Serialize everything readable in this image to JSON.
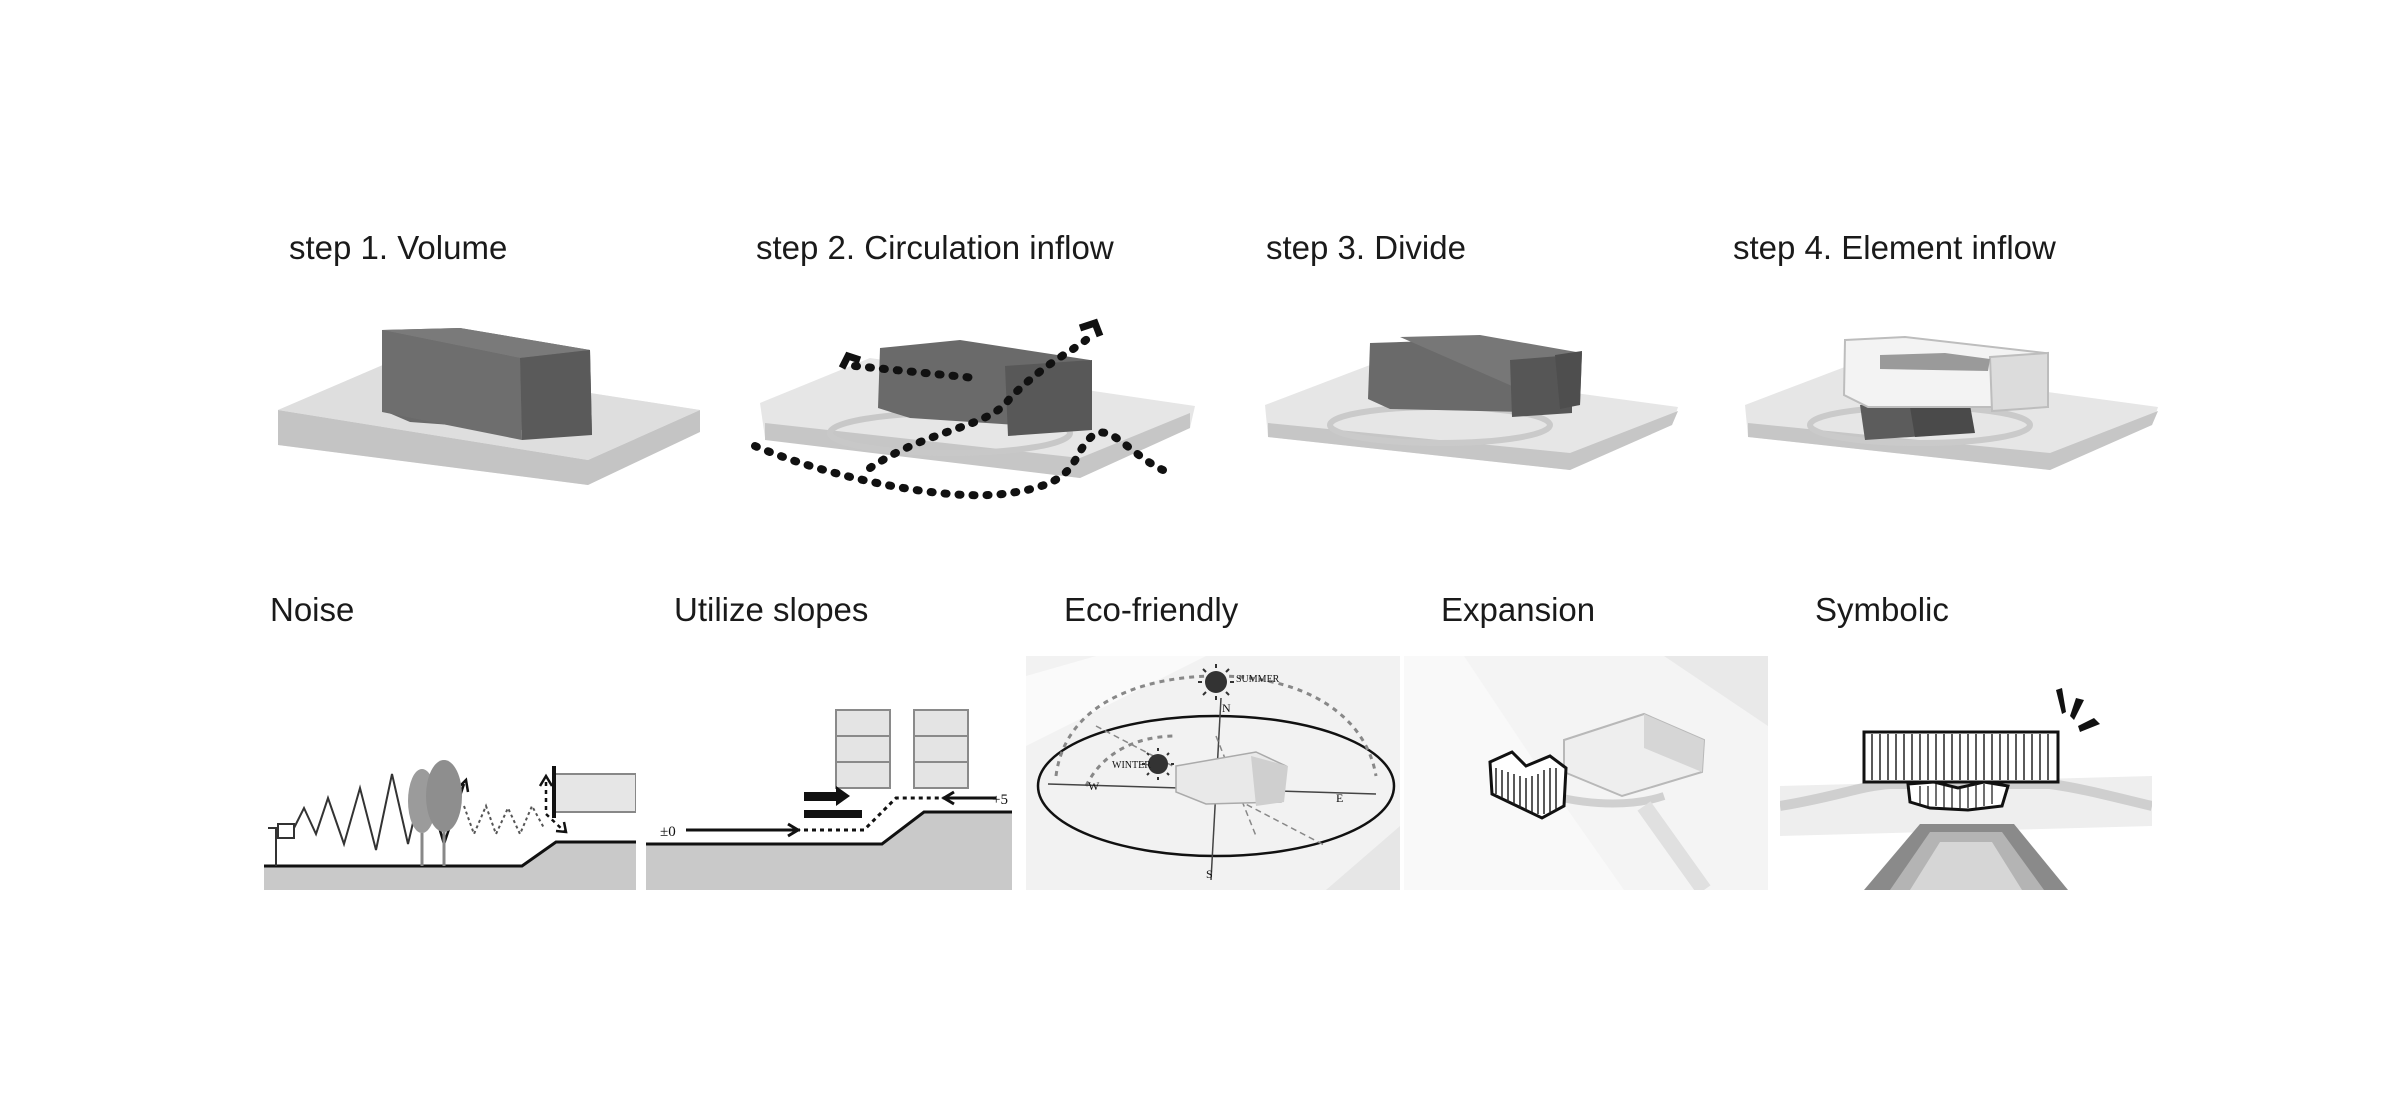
{
  "steps": [
    {
      "label": "step 1. Volume"
    },
    {
      "label": "step 2. Circulation inflow"
    },
    {
      "label": "step 3. Divide"
    },
    {
      "label": "step 4. Element inflow"
    }
  ],
  "concepts": [
    {
      "label": "Noise"
    },
    {
      "label": "Utilize slopes",
      "start_level": "±0",
      "end_level": "+5"
    },
    {
      "label": "Eco-friendly",
      "summer": "SUMMER",
      "winter": "WINTER",
      "north": "N",
      "south": "S",
      "east": "E",
      "west": "W"
    },
    {
      "label": "Expansion"
    },
    {
      "label": "Symbolic"
    }
  ],
  "colors": {
    "text": "#1a1a1a",
    "volume": "#6b6b6b",
    "ground": "#cfcfcf",
    "slab_light": "#e6e6e6",
    "element_white": "#f4f4f4"
  }
}
